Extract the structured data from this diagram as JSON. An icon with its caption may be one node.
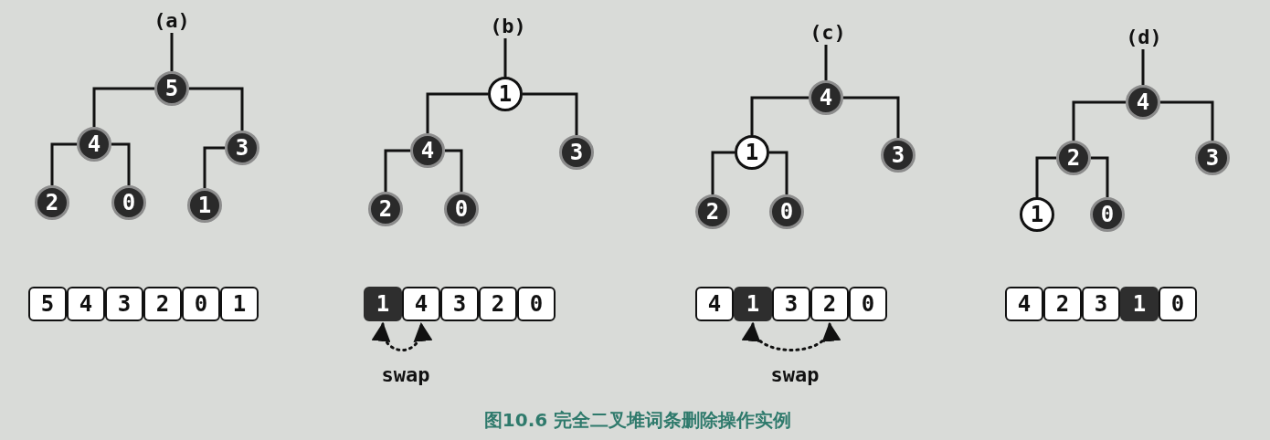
{
  "diagram": {
    "caption": "图10.6 完全二叉堆词条删除操作实例",
    "nodes": [
      {
        "text": [
          "(a)"
        ]
      },
      {
        "text": [
          "5"
        ]
      },
      {
        "text": [
          "4"
        ]
      },
      {
        "text": [
          "3"
        ]
      },
      {
        "text": [
          "2"
        ]
      },
      {
        "text": [
          "0"
        ]
      },
      {
        "text": [
          "1"
        ]
      },
      {
        "text": [
          "5"
        ]
      },
      {
        "text": [
          "4"
        ]
      },
      {
        "text": [
          "3"
        ]
      },
      {
        "text": [
          "2"
        ]
      },
      {
        "text": [
          "0"
        ]
      },
      {
        "text": [
          "1"
        ]
      },
      {
        "text": [
          "(b)"
        ]
      },
      {
        "text": [
          "1"
        ]
      },
      {
        "text": [
          "4"
        ]
      },
      {
        "text": [
          "3"
        ]
      },
      {
        "text": [
          "2"
        ]
      },
      {
        "text": [
          "0"
        ]
      },
      {
        "text": [
          "1"
        ]
      },
      {
        "text": [
          "4"
        ]
      },
      {
        "text": [
          "3"
        ]
      },
      {
        "text": [
          "2"
        ]
      },
      {
        "text": [
          "0"
        ]
      },
      {
        "text": [
          "(c)"
        ]
      },
      {
        "text": [
          "4"
        ]
      },
      {
        "text": [
          "1"
        ]
      },
      {
        "text": [
          "3"
        ]
      },
      {
        "text": [
          "2"
        ]
      },
      {
        "text": [
          "0"
        ]
      },
      {
        "text": [
          "4"
        ]
      },
      {
        "text": [
          "1"
        ]
      },
      {
        "text": [
          "3"
        ]
      },
      {
        "text": [
          "2"
        ]
      },
      {
        "text": [
          "0"
        ]
      },
      {
        "text": [
          "(d)"
        ]
      },
      {
        "text": [
          "4"
        ]
      },
      {
        "text": [
          "2"
        ]
      },
      {
        "text": [
          "3"
        ]
      },
      {
        "text": [
          "1"
        ]
      },
      {
        "text": [
          "0"
        ]
      },
      {
        "text": [
          "4"
        ]
      },
      {
        "text": [
          "2"
        ]
      },
      {
        "text": [
          "3"
        ]
      },
      {
        "text": [
          "1"
        ]
      },
      {
        "text": [
          "0"
        ]
      }
    ],
    "edges": [
      {
        "from": 0,
        "to": 1,
        "arrow": "none"
      },
      {
        "from": 1,
        "to": 2,
        "arrow": "none"
      },
      {
        "from": 1,
        "to": 3,
        "arrow": "none"
      },
      {
        "from": 2,
        "to": 4,
        "arrow": "none"
      },
      {
        "from": 2,
        "to": 5,
        "arrow": "none"
      },
      {
        "from": 3,
        "to": 6,
        "arrow": "none"
      },
      {
        "from": 13,
        "to": 14,
        "arrow": "none"
      },
      {
        "from": 14,
        "to": 15,
        "arrow": "none"
      },
      {
        "from": 14,
        "to": 16,
        "arrow": "none"
      },
      {
        "from": 15,
        "to": 17,
        "arrow": "none"
      },
      {
        "from": 15,
        "to": 18,
        "arrow": "none"
      },
      {
        "from": 19,
        "to": 20,
        "arrow": "both",
        "style": "dashed",
        "label": "swap"
      },
      {
        "from": 24,
        "to": 25,
        "arrow": "none"
      },
      {
        "from": 25,
        "to": 26,
        "arrow": "none"
      },
      {
        "from": 25,
        "to": 27,
        "arrow": "none"
      },
      {
        "from": 26,
        "to": 28,
        "arrow": "none"
      },
      {
        "from": 26,
        "to": 29,
        "arrow": "none"
      },
      {
        "from": 31,
        "to": 33,
        "arrow": "both",
        "style": "dashed",
        "label": "swap"
      },
      {
        "from": 35,
        "to": 36,
        "arrow": "none"
      },
      {
        "from": 36,
        "to": 37,
        "arrow": "none"
      },
      {
        "from": 36,
        "to": 38,
        "arrow": "none"
      },
      {
        "from": 37,
        "to": 39,
        "arrow": "none"
      },
      {
        "from": 37,
        "to": 40,
        "arrow": "none"
      }
    ]
  }
}
